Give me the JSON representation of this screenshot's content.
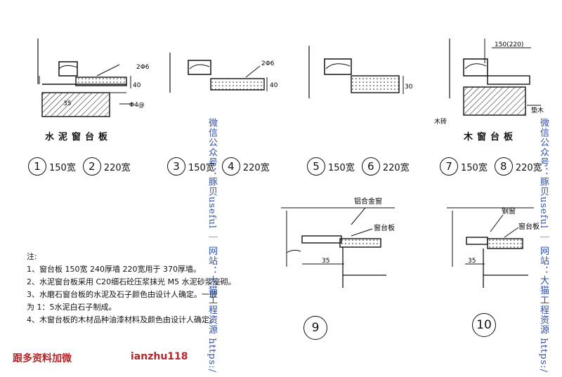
{
  "details": {
    "d1": {
      "caption": "水泥窗台板",
      "dim_a": "2Φ6",
      "dim_b": "40",
      "dim_c": "35",
      "dim_d": "Φ4@"
    },
    "d2": {
      "dim_a": "2Φ6",
      "dim_b": "40"
    },
    "d3": {
      "dim_a": "30"
    },
    "d4": {
      "caption": "木窗台板",
      "dim_a": "150(220)",
      "dim_b": "垫木",
      "dim_c": "木砖"
    },
    "d5": {
      "label_a": "铝合金窗",
      "label_b": "窗台板",
      "dim": "35"
    },
    "d6": {
      "label_a": "钢窗",
      "label_b": "窗台板",
      "dim": "35"
    }
  },
  "labels": [
    {
      "n1": "1",
      "w1": "150宽",
      "n2": "2",
      "w2": "220宽"
    },
    {
      "n1": "3",
      "w1": "150宽",
      "n2": "4",
      "w2": "220宽"
    },
    {
      "n1": "5",
      "w1": "150宽",
      "n2": "6",
      "w2": "220宽"
    },
    {
      "n1": "7",
      "w1": "150宽",
      "n2": "8",
      "w2": "220宽"
    }
  ],
  "big_labels": {
    "n9": "9",
    "n10": "10"
  },
  "notes": {
    "title": "注:",
    "items": [
      "1、窗台板 150宽 240厚墙 220宽用于 370厚墙。",
      "2、水泥窗台板采用 C20细石砼压浆抹光 M5 水泥砂浆座砌。",
      "3、水磨石窗台板的水泥及石子颜色由设计人确定。一般",
      "    为 1：5水泥白石子制成。",
      "4、木窗台板的木材品种油漆材料及颜色由设计人确定。"
    ]
  },
  "watermarks": {
    "vertical_1": "微信公众号：豚贝useful ｜ 网站：大猫工程资源 https:/",
    "vertical_2": "微信公众号：豚贝useful ｜ 网站：大猫工程资源 https:/"
  },
  "footer": {
    "left": "跟多资料加微",
    "mid": "ianzhu118"
  }
}
